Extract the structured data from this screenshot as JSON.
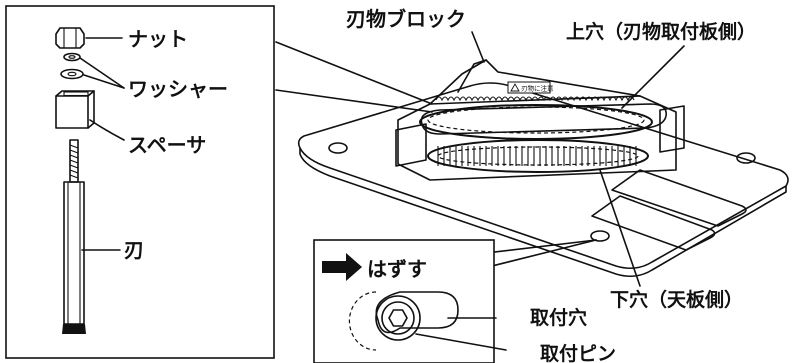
{
  "parts_panel": {
    "nut_label": "ナット",
    "washer_label": "ワッシャー",
    "spacer_label": "スペーサ",
    "blade_label": "刃"
  },
  "assembly": {
    "blade_block_label": "刃物ブロック",
    "upper_hole_label": "上穴（刃物取付板側）",
    "lower_hole_label": "下穴（天板側）",
    "caution_label": "刃物に注意"
  },
  "inset": {
    "remove_label": "はずす",
    "mount_hole_label": "取付穴",
    "mount_pin_label": "取付ピン"
  }
}
